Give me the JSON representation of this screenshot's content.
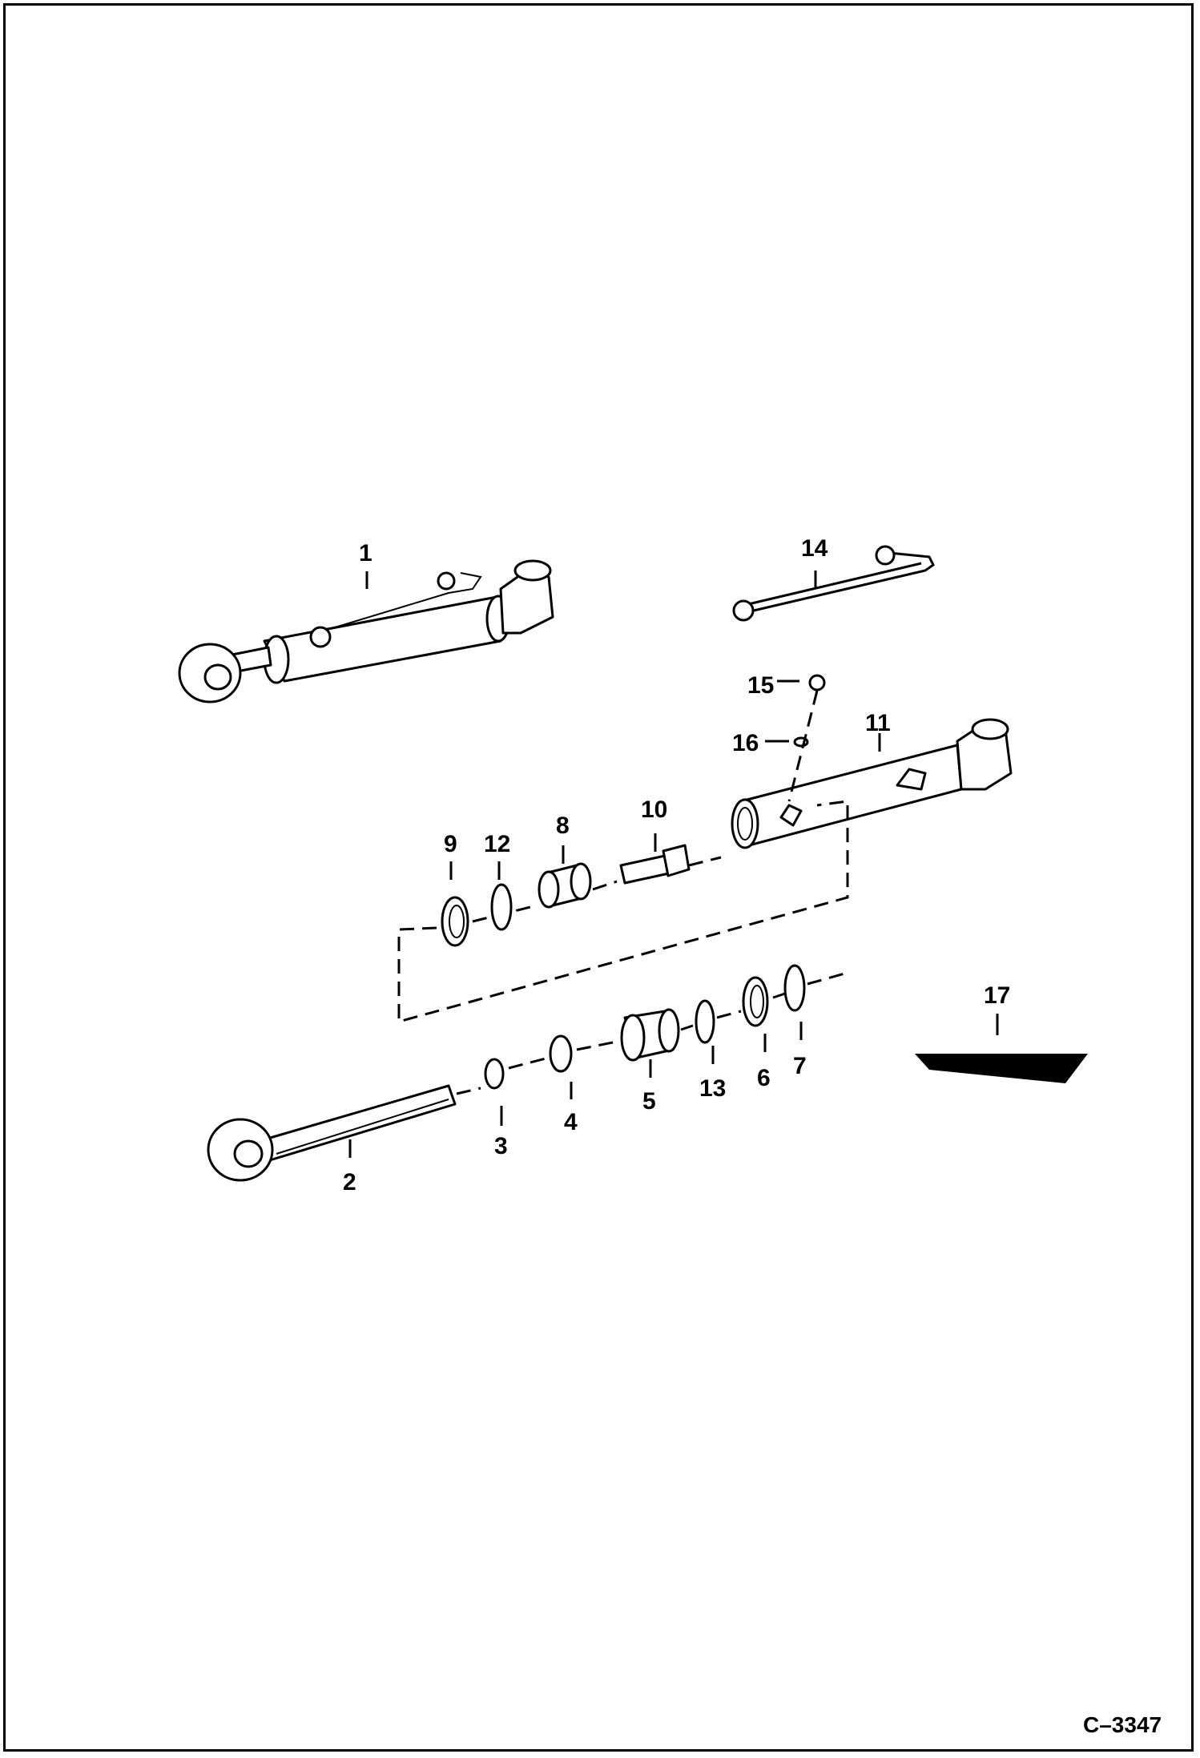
{
  "figure_ref": "C–3347",
  "callouts": [
    "1",
    "2",
    "3",
    "4",
    "5",
    "6",
    "7",
    "8",
    "9",
    "10",
    "11",
    "12",
    "13",
    "14",
    "15",
    "16",
    "17"
  ]
}
